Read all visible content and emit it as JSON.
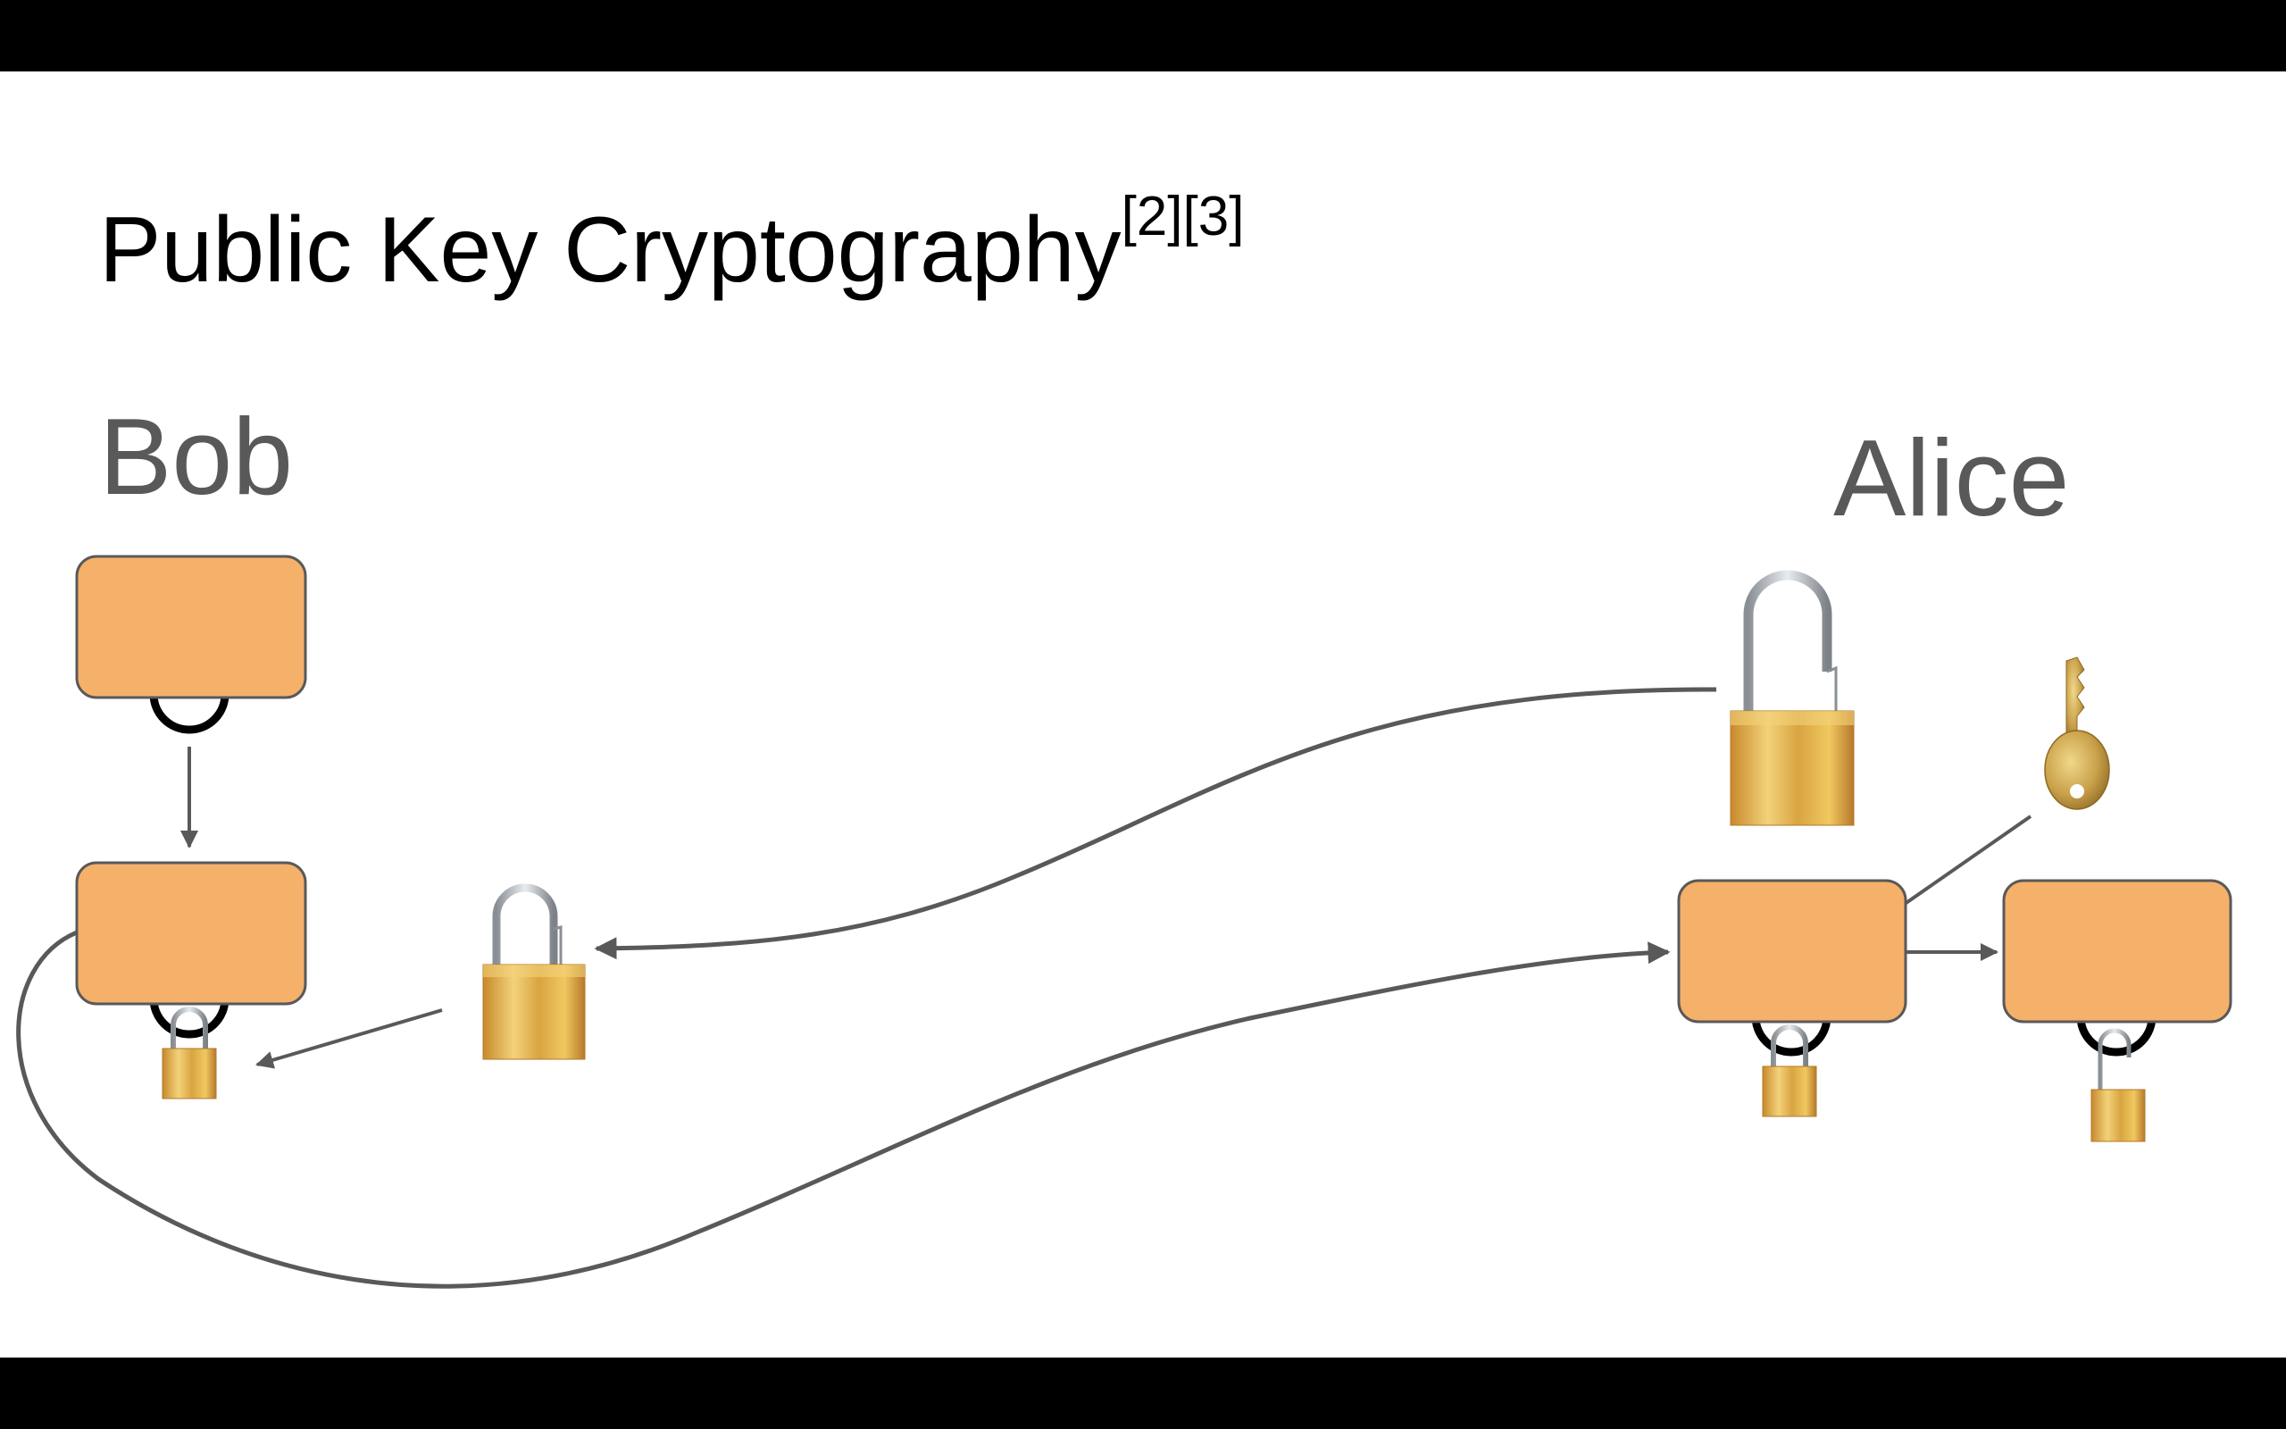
{
  "slide": {
    "title": "Public Key Cryptography",
    "title_refs": "[2][3]"
  },
  "actors": {
    "left": "Bob",
    "right": "Alice"
  },
  "colors": {
    "box_fill": "#f5b06a",
    "box_stroke": "#595959",
    "arrow": "#595959",
    "gold": "#d9a441",
    "text_gray": "#595959"
  },
  "icons": [
    "box-icon",
    "open-padlock-icon",
    "closed-padlock-icon",
    "key-icon",
    "arrow-icon"
  ]
}
